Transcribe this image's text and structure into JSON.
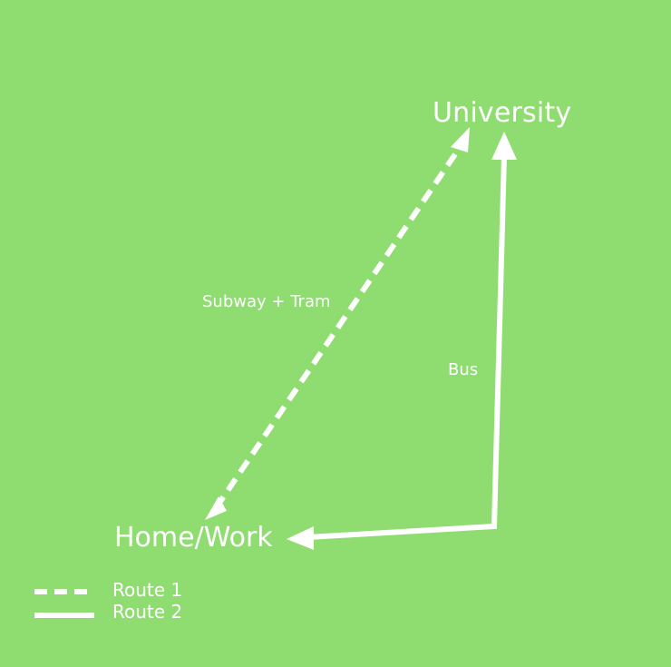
{
  "nodes": {
    "university": "University",
    "home_work": "Home/Work"
  },
  "edges": {
    "route1_label": "Subway + Tram",
    "route2_label": "Bus"
  },
  "legend": {
    "route1": "Route 1",
    "route2": "Route 2"
  },
  "colors": {
    "background": "#8fdd71",
    "foreground": "#ffffff"
  }
}
